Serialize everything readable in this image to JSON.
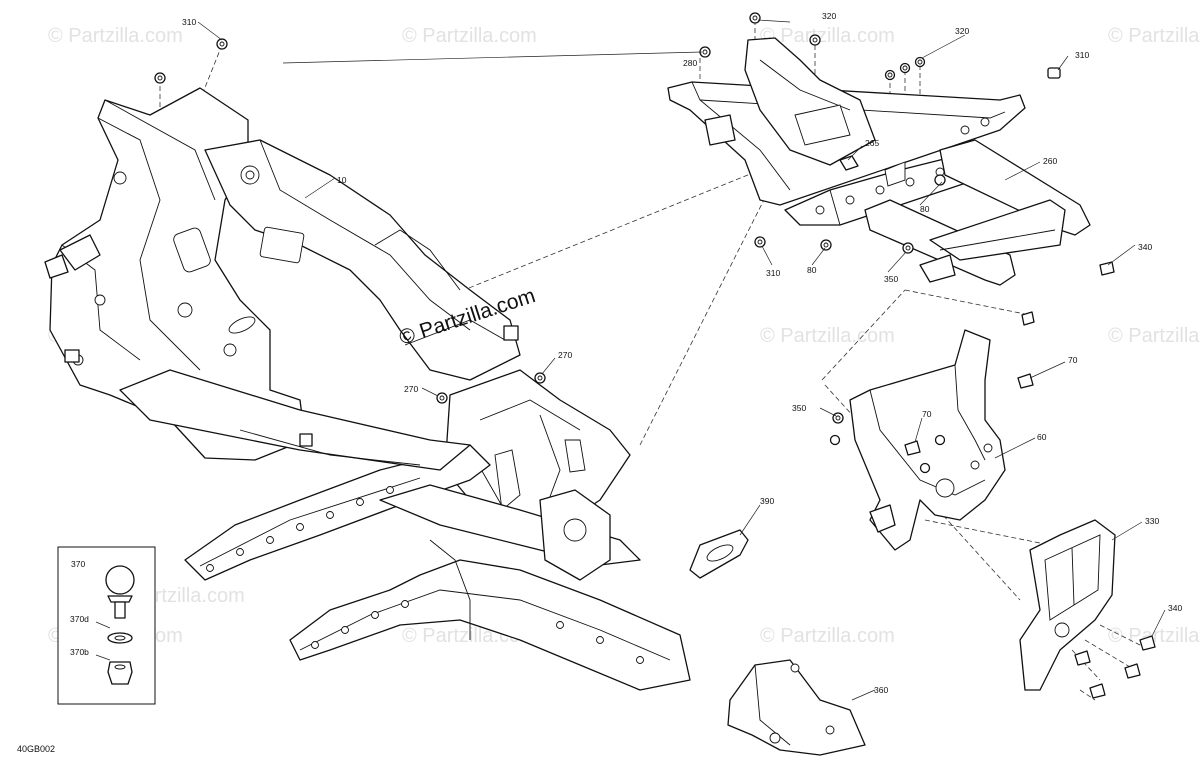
{
  "figure_id": "40GB002",
  "watermark": {
    "text": "© Partzilla.com"
  },
  "callouts": {
    "c310a": "310",
    "c320a": "320",
    "c320b": "320",
    "c280": "280",
    "c310b": "310",
    "c10": "10",
    "c265": "265",
    "c260": "260",
    "c80a": "80",
    "c310c": "310",
    "c80b": "80",
    "c350a": "350",
    "c340a": "340",
    "c270a": "270",
    "c270b": "270",
    "c70a": "70",
    "c350b": "350",
    "c70b": "70",
    "c60": "60",
    "c390": "390",
    "c330": "330",
    "c340b": "340",
    "c360": "360"
  },
  "inset": {
    "c370": "370",
    "c370d": "370d",
    "c370b": "370b"
  }
}
